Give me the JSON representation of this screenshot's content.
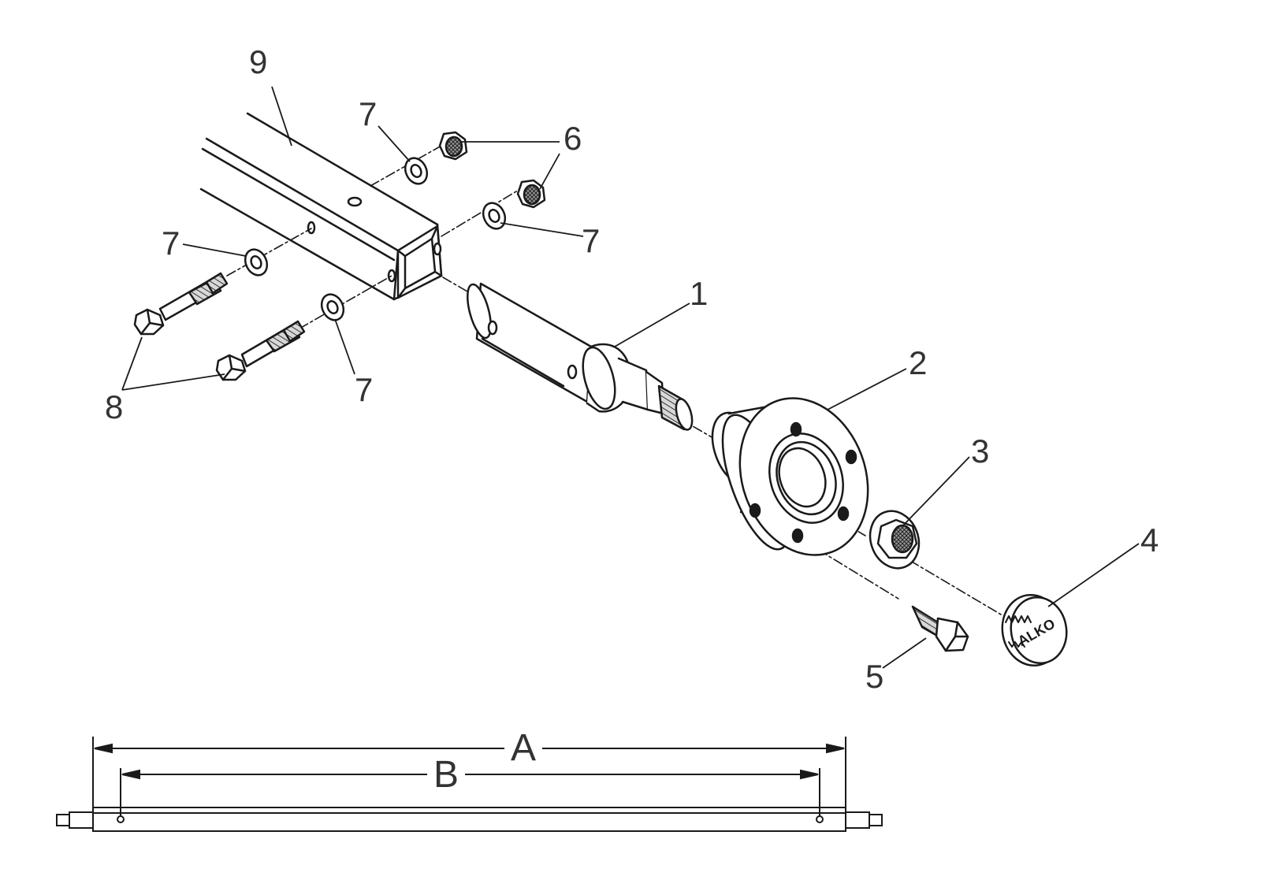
{
  "diagram": {
    "callouts": [
      {
        "id": "c9",
        "text": "9"
      },
      {
        "id": "c7a",
        "text": "7"
      },
      {
        "id": "c6",
        "text": "6"
      },
      {
        "id": "c7b",
        "text": "7"
      },
      {
        "id": "c7c",
        "text": "7"
      },
      {
        "id": "c7d",
        "text": "7"
      },
      {
        "id": "c8",
        "text": "8"
      },
      {
        "id": "c1",
        "text": "1"
      },
      {
        "id": "c2",
        "text": "2"
      },
      {
        "id": "c3",
        "text": "3"
      },
      {
        "id": "c4",
        "text": "4"
      },
      {
        "id": "c5",
        "text": "5"
      }
    ],
    "dimensions": {
      "a": "A",
      "b": "B"
    },
    "hub_cap_logo": "ALKO"
  }
}
